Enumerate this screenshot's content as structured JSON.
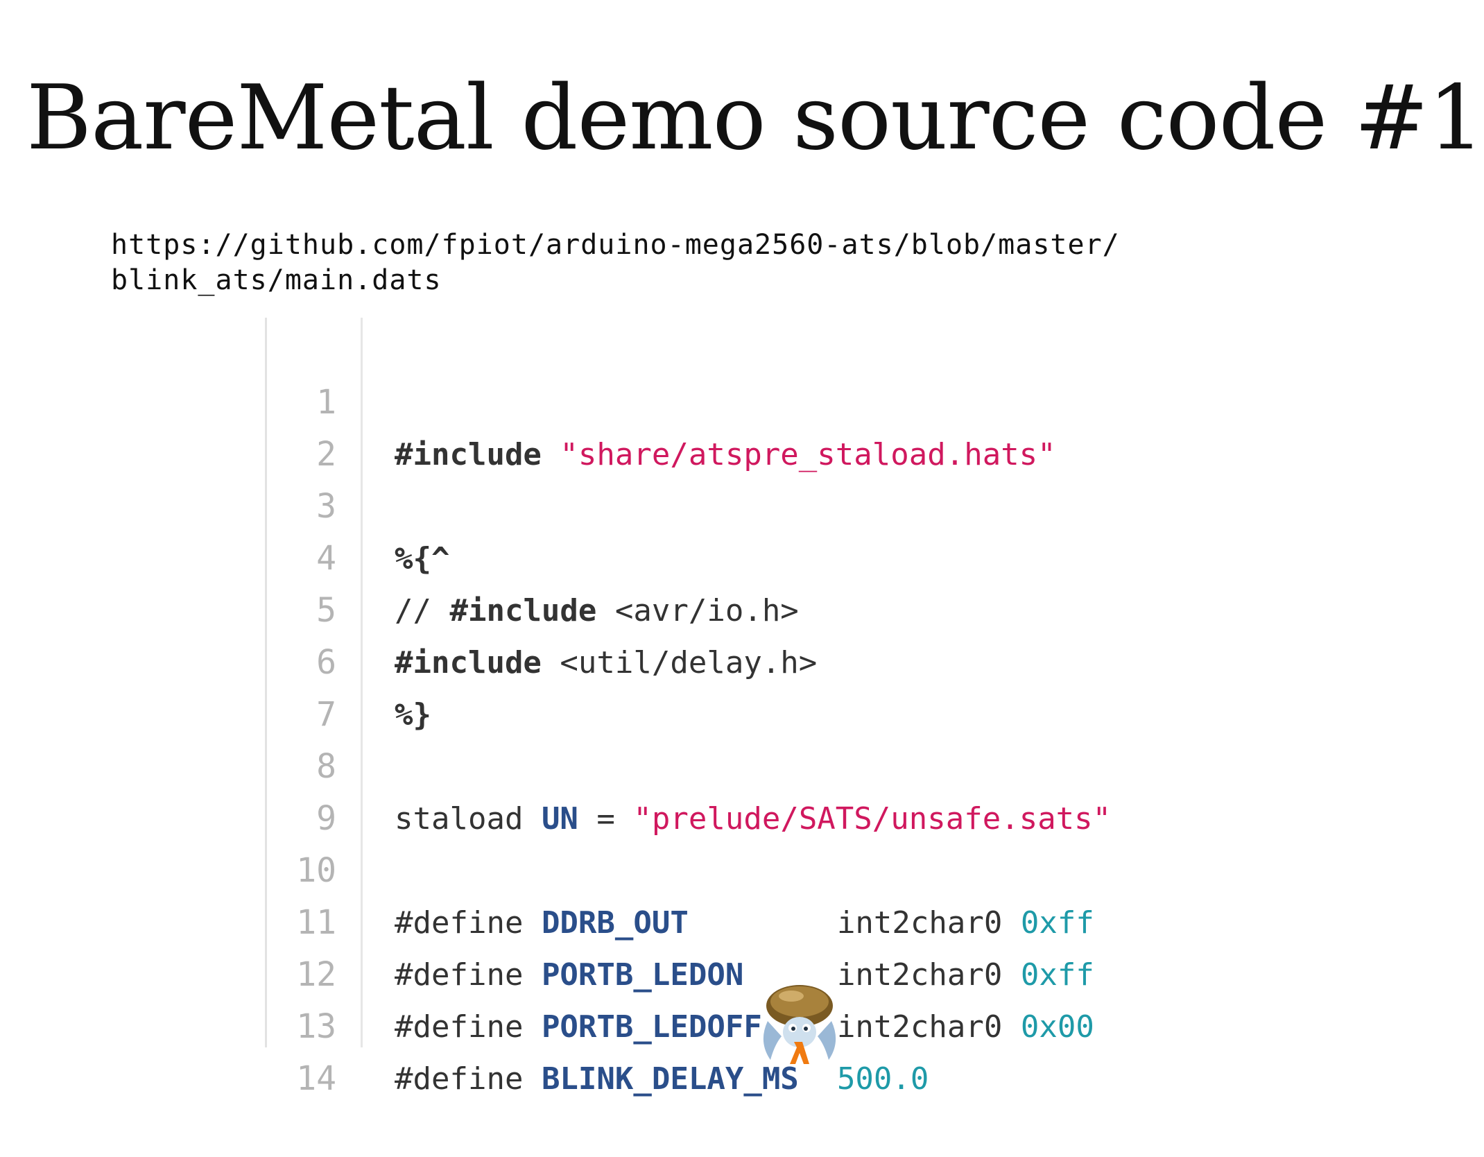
{
  "slide": {
    "title": "BareMetal demo source code #1",
    "url_line1": "https://github.com/fpiot/arduino-mega2560-ats/blob/master/",
    "url_line2": "blink_ats/main.dats"
  },
  "code": {
    "line_numbers": [
      "1",
      "2",
      "3",
      "4",
      "5",
      "6",
      "7",
      "8",
      "9",
      "10",
      "11",
      "12",
      "13",
      "14"
    ],
    "line1": {
      "kw": "#include",
      "str": "\"share/atspre_staload.hats\""
    },
    "line3": {
      "kw": "%{^"
    },
    "line4": {
      "comment": "// ",
      "kw": "#include",
      "rest": " <avr/io.h>"
    },
    "line5": {
      "kw": "#include",
      "rest": " <util/delay.h>"
    },
    "line6": {
      "kw": "%}"
    },
    "line8": {
      "kw": "staload",
      "name": "UN",
      "eq": " = ",
      "str": "\"prelude/SATS/unsafe.sats\""
    },
    "line10": {
      "kw": "#define",
      "name": "DDRB_OUT",
      "fn": "int2char0",
      "num": "0xff"
    },
    "line11": {
      "kw": "#define",
      "name": "PORTB_LEDON",
      "fn": "int2char0",
      "num": "0xff"
    },
    "line12": {
      "kw": "#define",
      "name": "PORTB_LEDOFF",
      "fn": "int2char0",
      "num": "0x00"
    },
    "line13": {
      "kw": "#define",
      "name": "BLINK_DELAY_MS",
      "num": "500.0"
    }
  },
  "mascot": {
    "icon": "ats-mascot-icon"
  }
}
